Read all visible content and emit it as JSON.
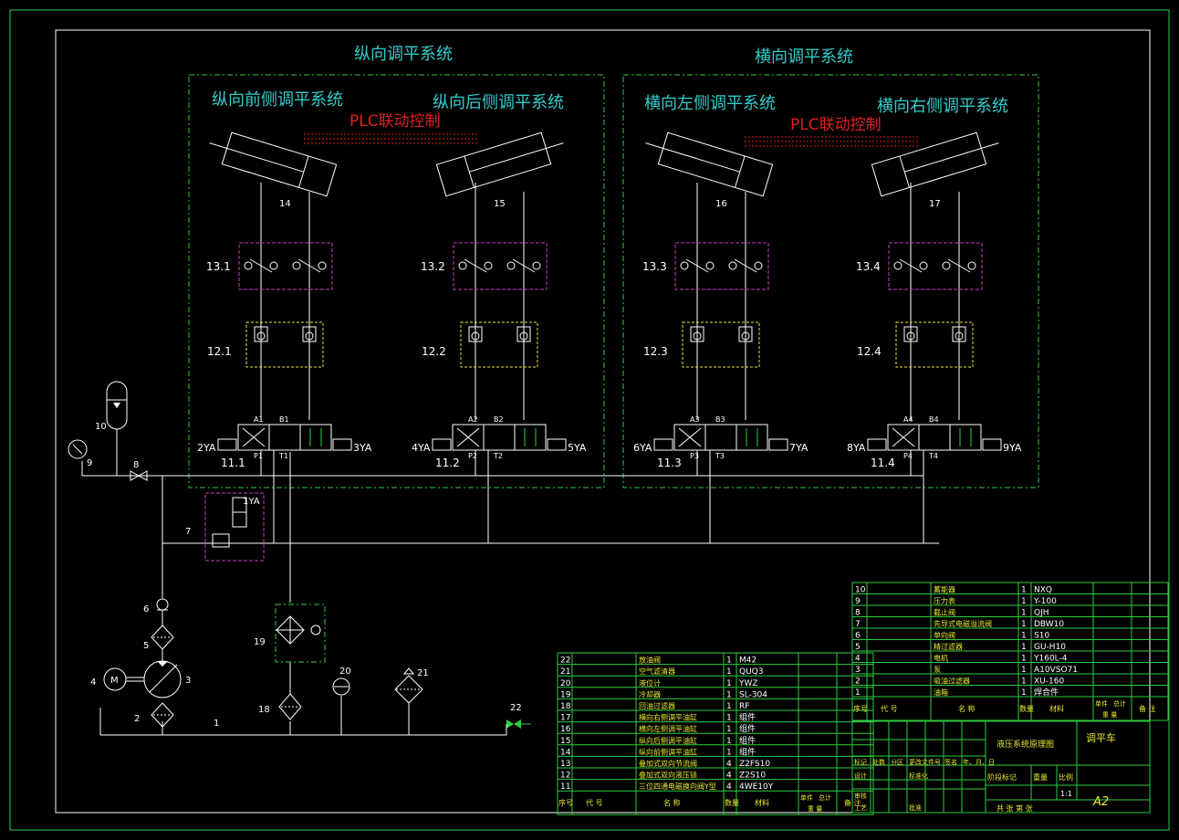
{
  "sections": {
    "longitudinal_title": "纵向调平系统",
    "transverse_title": "横向调平系统",
    "long_front": "纵向前侧调平系统",
    "long_rear": "纵向后侧调平系统",
    "trans_left": "横向左侧调平系统",
    "trans_right": "横向右侧调平系统",
    "plc_left": "PLC联动控制",
    "plc_right": "PLC联动控制"
  },
  "circuits": [
    {
      "cyl": "14",
      "throttle": "13.1",
      "lock": "12.1",
      "valve": "11.1",
      "A": "A1",
      "B": "B1",
      "P": "P1",
      "T": "T1",
      "left_sol": "2YA",
      "right_sol": "3YA"
    },
    {
      "cyl": "15",
      "throttle": "13.2",
      "lock": "12.2",
      "valve": "11.2",
      "A": "A2",
      "B": "B2",
      "P": "P2",
      "T": "T2",
      "left_sol": "4YA",
      "right_sol": "5YA"
    },
    {
      "cyl": "16",
      "throttle": "13.3",
      "lock": "12.3",
      "valve": "11.3",
      "A": "A3",
      "B": "B3",
      "P": "P3",
      "T": "T3",
      "left_sol": "6YA",
      "right_sol": "7YA"
    },
    {
      "cyl": "17",
      "throttle": "13.4",
      "lock": "12.4",
      "valve": "11.4",
      "A": "A4",
      "B": "B4",
      "P": "P4",
      "T": "T4",
      "left_sol": "8YA",
      "right_sol": "9YA"
    }
  ],
  "labels": {
    "n1": "1",
    "n2": "2",
    "n3": "3",
    "n4": "4",
    "n5": "5",
    "n6": "6",
    "n7": "7",
    "n8": "8",
    "n9": "9",
    "n10": "10",
    "n18": "18",
    "n19": "19",
    "n20": "20",
    "n21": "21",
    "n22": "22",
    "sol1": "1YA"
  },
  "bom_left": {
    "rows": [
      {
        "no": "22",
        "name": "放油阀",
        "qty": "1",
        "mat": "M42"
      },
      {
        "no": "21",
        "name": "空气滤清器",
        "qty": "1",
        "mat": "QUQ3"
      },
      {
        "no": "20",
        "name": "液位计",
        "qty": "1",
        "mat": "YWZ"
      },
      {
        "no": "19",
        "name": "冷却器",
        "qty": "1",
        "mat": "SL-304"
      },
      {
        "no": "18",
        "name": "回油过滤器",
        "qty": "1",
        "mat": "RF"
      },
      {
        "no": "17",
        "name": "横向右侧调平油缸",
        "qty": "1",
        "mat": "组件"
      },
      {
        "no": "16",
        "name": "横向左侧调平油缸",
        "qty": "1",
        "mat": "组件"
      },
      {
        "no": "15",
        "name": "纵向后侧调平油缸",
        "qty": "1",
        "mat": "组件"
      },
      {
        "no": "14",
        "name": "纵向前侧调平油缸",
        "qty": "1",
        "mat": "组件"
      },
      {
        "no": "13",
        "name": "叠加式双向节流阀",
        "qty": "4",
        "mat": "Z2FS10"
      },
      {
        "no": "12",
        "name": "叠加式双向液压锁",
        "qty": "4",
        "mat": "Z2S10"
      },
      {
        "no": "11",
        "name": "三位四通电磁换向阀Y型",
        "qty": "4",
        "mat": "4WE10Y"
      }
    ],
    "header": {
      "seq": "序号",
      "code": "代 号",
      "name": "名 称",
      "qty": "数量",
      "mat": "材料",
      "unit": "单件",
      "total": "总计",
      "weight": "重 量",
      "note": "备 注"
    }
  },
  "bom_right": {
    "rows": [
      {
        "no": "10",
        "name": "蓄能器",
        "qty": "1",
        "mat": "NXQ"
      },
      {
        "no": "9",
        "name": "压力表",
        "qty": "1",
        "mat": "Y-100"
      },
      {
        "no": "8",
        "name": "截止阀",
        "qty": "1",
        "mat": "QJH"
      },
      {
        "no": "7",
        "name": "先导式电磁溢流阀",
        "qty": "1",
        "mat": "DBW10"
      },
      {
        "no": "6",
        "name": "单向阀",
        "qty": "1",
        "mat": "S10"
      },
      {
        "no": "5",
        "name": "精过滤器",
        "qty": "1",
        "mat": "GU-H10"
      },
      {
        "no": "4",
        "name": "电机",
        "qty": "1",
        "mat": "Y160L-4"
      },
      {
        "no": "3",
        "name": "泵",
        "qty": "1",
        "mat": "A10VSO71"
      },
      {
        "no": "2",
        "name": "吸油过滤器",
        "qty": "1",
        "mat": "XU-160"
      },
      {
        "no": "1",
        "name": "油箱",
        "qty": "1",
        "mat": "焊合件"
      }
    ],
    "header": {
      "seq": "序号",
      "code": "代 号",
      "name": "名 称",
      "qty": "数量",
      "mat": "材料",
      "unit": "单件",
      "total": "总计",
      "weight": "重 量",
      "note": "备 注"
    }
  },
  "title_block": {
    "drawing_name": "液压系统原理图",
    "product": "调平车",
    "scale_value": "1:1",
    "sheet_size": "A2",
    "stage_mark": "阶段标记",
    "weight": "重量",
    "scale": "比例",
    "sheets": "共  张  第  张",
    "mark": "标记",
    "count": "处数",
    "zone": "分区",
    "change_doc": "更改文件号",
    "sign": "签名",
    "date": "年、月、日",
    "design": "设计",
    "standard": "标准化",
    "review": "审核",
    "process": "工艺",
    "approve": "批准"
  }
}
